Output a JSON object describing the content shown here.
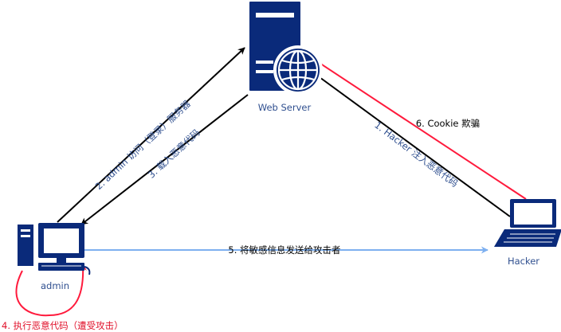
{
  "nodes": {
    "web_server": {
      "label": "Web Server",
      "icon": "web-server-icon"
    },
    "admin": {
      "label": "admin",
      "icon": "desktop-computer-icon"
    },
    "hacker": {
      "label": "Hacker",
      "icon": "laptop-icon"
    }
  },
  "edges": {
    "admin_visit": {
      "label": "2. admin 访问（登录）服务器"
    },
    "load_malicious": {
      "label": "3. 载入恶意代码"
    },
    "hacker_inject": {
      "label": "1. Hacker 注入恶意代码"
    },
    "cookie_fraud": {
      "label": "6. Cookie 欺骗"
    },
    "send_info": {
      "label": "5. 将敏感信息发送给攻击者"
    },
    "execute": {
      "label": "4. 执行恶意代码（遭受攻击）"
    }
  },
  "colors": {
    "icon_navy": "#0a2a7a",
    "label_blue": "#2f4f8f",
    "arrow_black": "#000000",
    "arrow_red": "#ff1a3c",
    "arrow_light_blue": "#7eb0f0",
    "text_red": "#e0102a"
  }
}
